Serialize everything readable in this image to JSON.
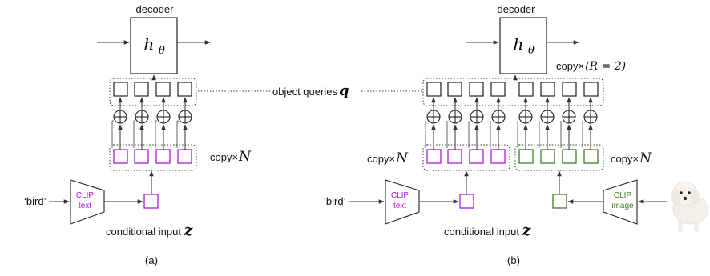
{
  "labels": {
    "decoder": "decoder",
    "h_theta": "h",
    "theta": "θ",
    "object_queries": "object queries",
    "q": "q",
    "copy": "copy",
    "times": "×",
    "N": "N",
    "R_eq": "(R = 2)",
    "bird": "‘bird’",
    "clip": "CLIP",
    "text": "text",
    "image": "image",
    "conditional_input": "conditional input",
    "z": "z",
    "caption_a": "(a)",
    "caption_b": "(b)"
  },
  "colors": {
    "purple": "#b01ad8",
    "green": "#3d7f1f",
    "stroke": "#222222"
  },
  "icons": {
    "dog": "white-fluffy-dog-photo"
  }
}
